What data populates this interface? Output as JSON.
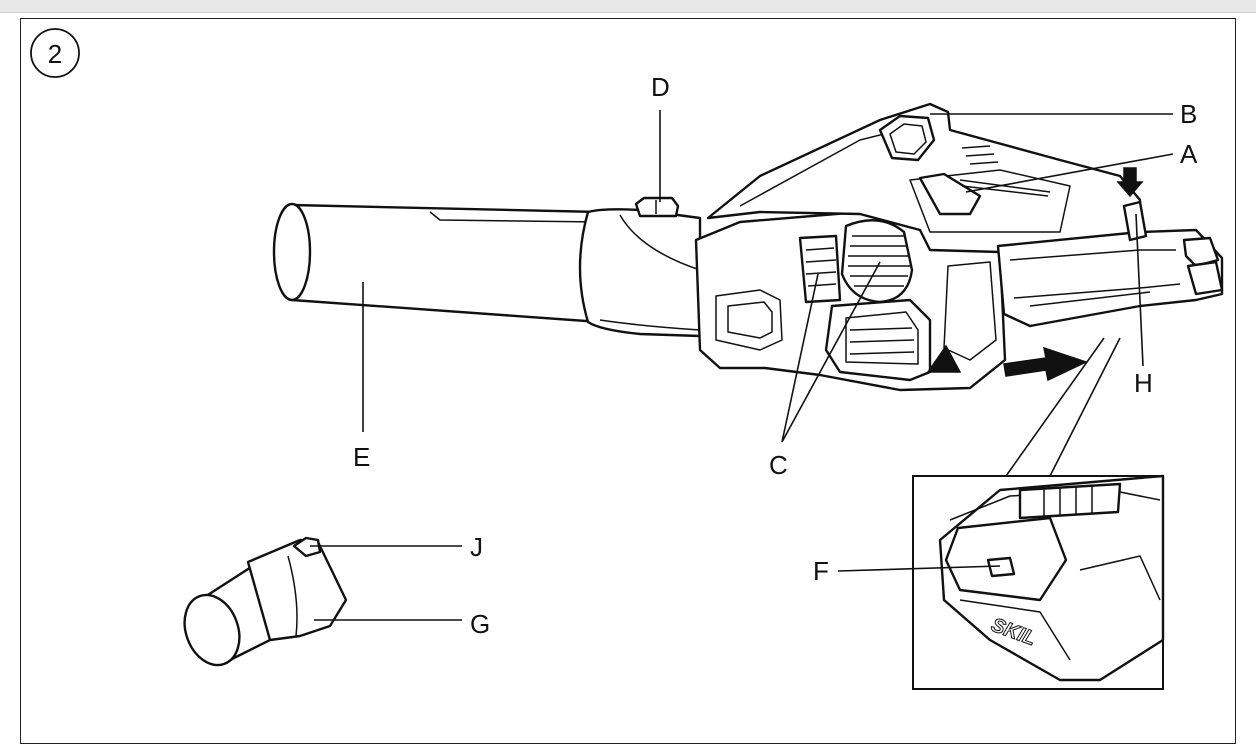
{
  "figure": {
    "number": "2",
    "callouts": {
      "A": "A",
      "B": "B",
      "C": "C",
      "D": "D",
      "E": "E",
      "F": "F",
      "G": "G",
      "H": "H",
      "J": "J"
    },
    "battery_logo": "SKIL"
  },
  "colors": {
    "ink": "#111111",
    "paper": "#ffffff"
  }
}
